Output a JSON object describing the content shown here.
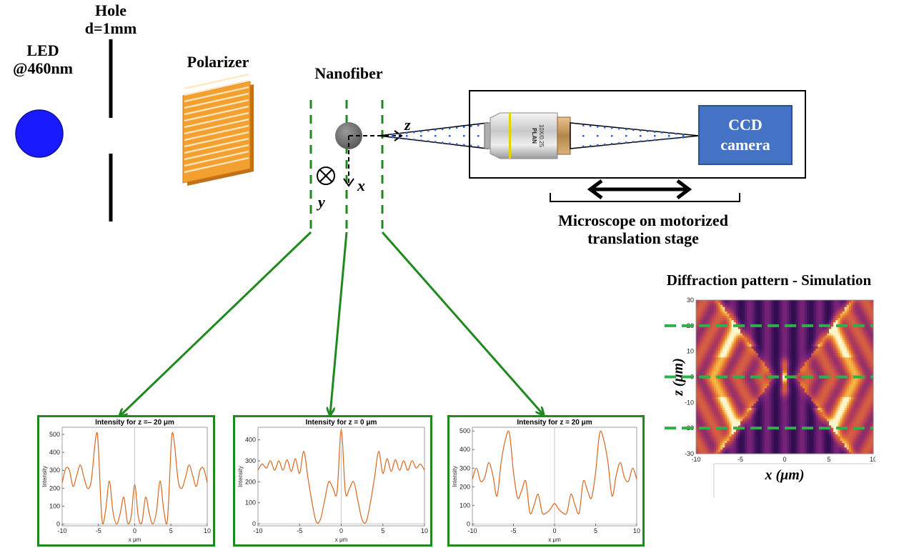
{
  "labels": {
    "led_line1": "LED",
    "led_line2": "@460nm",
    "hole_line1": "Hole",
    "hole_line2": "d=1mm",
    "polarizer": "Polarizer",
    "nanofiber": "Nanofiber",
    "axis_z": "z",
    "axis_x": "x",
    "axis_y": "y",
    "objective_line1": "PLAN",
    "objective_line2": "10X/0.25",
    "ccd_line1": "CCD",
    "ccd_line2": "camera",
    "stage_line1": "Microscope on motorized",
    "stage_line2": "translation stage",
    "sim_title": "Diffraction pattern - Simulation"
  },
  "colors": {
    "led": "#1a1aff",
    "polarizer": "#f4a030",
    "ccd": "#4472c4",
    "green": "#1e8a1e",
    "dash_green": "#2fb04a",
    "curve": "#d9661f"
  },
  "chart_data": [
    {
      "type": "line",
      "title": "Intensity for z =– 20 μm",
      "xlabel": "x μm",
      "ylabel": "Intensity",
      "xlim": [
        -10,
        10
      ],
      "ylim": [
        -10,
        540
      ],
      "xticks": [
        -10,
        -5,
        0,
        5,
        10
      ],
      "yticks": [
        0,
        100,
        200,
        300,
        400,
        500
      ],
      "x": [
        -10,
        -9.5,
        -9,
        -8.5,
        -8,
        -7.5,
        -7,
        -6.5,
        -6,
        -5.5,
        -5.2,
        -5,
        -4.5,
        -4,
        -3.5,
        -3,
        -2.5,
        -2,
        -1.5,
        -1,
        -0.5,
        0,
        0.5,
        1,
        1.5,
        2,
        2.5,
        3,
        3.5,
        4,
        4.5,
        5,
        5.2,
        5.5,
        6,
        6.5,
        7,
        7.5,
        8,
        8.5,
        9,
        9.5,
        10
      ],
      "y": [
        230,
        310,
        300,
        210,
        270,
        330,
        260,
        200,
        240,
        440,
        510,
        420,
        20,
        80,
        240,
        70,
        0,
        60,
        150,
        10,
        40,
        220,
        40,
        10,
        150,
        60,
        0,
        70,
        240,
        80,
        20,
        420,
        510,
        440,
        240,
        200,
        260,
        330,
        270,
        210,
        300,
        310,
        230
      ]
    },
    {
      "type": "line",
      "title": "Intensity for z = 0 μm",
      "xlabel": "x μm",
      "ylabel": "Intensity",
      "xlim": [
        -10,
        10
      ],
      "ylim": [
        -10,
        460
      ],
      "xticks": [
        -10,
        -5,
        0,
        5,
        10
      ],
      "yticks": [
        0,
        100,
        200,
        300,
        400
      ],
      "x": [
        -10,
        -9.5,
        -9,
        -8.5,
        -8,
        -7.5,
        -7,
        -6.5,
        -6,
        -5.5,
        -5,
        -4.5,
        -4,
        -3.5,
        -3,
        -2.5,
        -2,
        -1.5,
        -1,
        -0.5,
        0,
        0.5,
        1,
        1.5,
        2,
        2.5,
        3,
        3.5,
        4,
        4.5,
        5,
        5.5,
        6,
        6.5,
        7,
        7.5,
        8,
        8.5,
        9,
        9.5,
        10
      ],
      "y": [
        255,
        285,
        265,
        300,
        255,
        300,
        255,
        305,
        250,
        310,
        240,
        345,
        220,
        100,
        10,
        20,
        110,
        200,
        170,
        150,
        450,
        150,
        170,
        200,
        110,
        20,
        10,
        100,
        220,
        345,
        240,
        310,
        250,
        305,
        255,
        300,
        255,
        300,
        265,
        285,
        255
      ]
    },
    {
      "type": "line",
      "title": "Intensity for z = 20 μm",
      "xlabel": "x μm",
      "ylabel": "Intensity",
      "xlim": [
        -10,
        10
      ],
      "ylim": [
        -10,
        520
      ],
      "xticks": [
        -10,
        -5,
        0,
        5,
        10
      ],
      "yticks": [
        0,
        100,
        200,
        300,
        400,
        500
      ],
      "x": [
        -10,
        -9.5,
        -9,
        -8.5,
        -8,
        -7.5,
        -7,
        -6.5,
        -6,
        -5.5,
        -5,
        -4.5,
        -4,
        -3.5,
        -3,
        -2.5,
        -2,
        -1.5,
        -1,
        -0.5,
        0,
        0.5,
        1,
        1.5,
        2,
        2.5,
        3,
        3.5,
        4,
        4.5,
        5,
        5.5,
        6,
        6.5,
        7,
        7.5,
        8,
        8.5,
        9,
        9.5,
        10
      ],
      "y": [
        240,
        300,
        230,
        250,
        330,
        260,
        150,
        330,
        450,
        490,
        280,
        140,
        180,
        230,
        60,
        100,
        160,
        60,
        60,
        80,
        110,
        80,
        60,
        60,
        160,
        100,
        60,
        230,
        180,
        140,
        280,
        490,
        450,
        330,
        150,
        260,
        330,
        250,
        230,
        300,
        240
      ]
    },
    {
      "type": "heatmap",
      "title": "Diffraction pattern - Simulation",
      "xlabel": "x (μm)",
      "ylabel": "z (μm)",
      "xlim": [
        -10,
        10
      ],
      "ylim": [
        -30,
        30
      ],
      "xticks": [
        -10,
        -5,
        0,
        5,
        10
      ],
      "yticks": [
        -30,
        -20,
        -10,
        0,
        10,
        20,
        30
      ],
      "cut_lines_z": [
        20,
        0,
        -20
      ]
    }
  ]
}
